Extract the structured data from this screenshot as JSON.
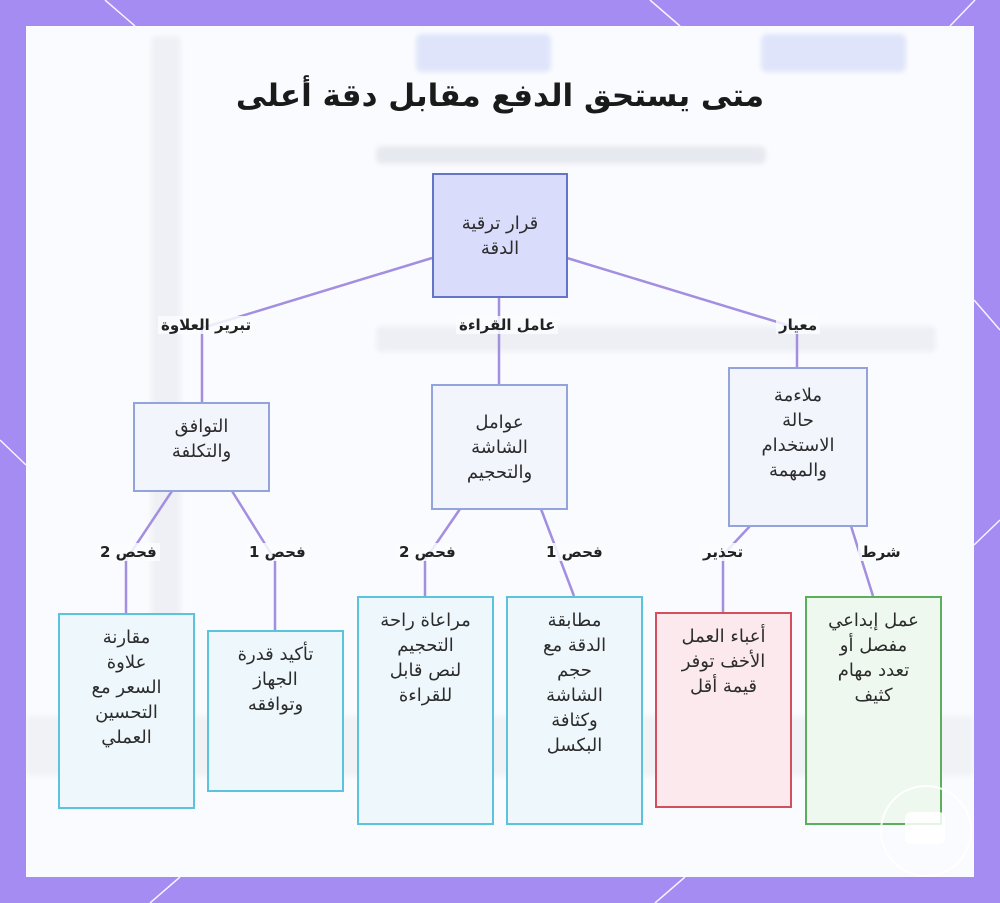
{
  "title": "متى يستحق الدفع مقابل دقة أعلى",
  "root": {
    "text": [
      "قرار ترقية",
      "الدقة"
    ]
  },
  "edge_labels": {
    "criterion": "معيار",
    "readability": "عامل القراءة",
    "justification": "تبرير العلاوة",
    "condition": "شرط",
    "warning": "تحذير",
    "check1_a": "فحص 1",
    "check2_a": "فحص 2",
    "check1_b": "فحص 1",
    "check2_b": "فحص 2"
  },
  "mid_nodes": {
    "usecase": [
      "ملاءمة",
      "حالة",
      "الاستخدام",
      "والمهمة"
    ],
    "screen": [
      "عوامل",
      "الشاشة",
      "والتحجيم"
    ],
    "cost": [
      "التوافق",
      "والتكلفة"
    ]
  },
  "leaf_nodes": {
    "creative": [
      "عمل إبداعي",
      "مفصل أو",
      "تعدد مهام",
      "كثيف"
    ],
    "light": [
      "أعباء العمل",
      "الأخف توفر",
      "قيمة أقل"
    ],
    "match": [
      "مطابقة",
      "الدقة مع",
      "حجم",
      "الشاشة",
      "وكثافة",
      "البكسل"
    ],
    "scaling": [
      "مراعاة راحة",
      "التحجيم",
      "لنص قابل",
      "للقراءة"
    ],
    "device": [
      "تأكيد قدرة",
      "الجهاز",
      "وتوافقه"
    ],
    "price": [
      "مقارنة",
      "علاوة",
      "السعر مع",
      "التحسين",
      "العملي"
    ]
  },
  "colors": {
    "background": "#a48cf2",
    "connector": "#a48ee0",
    "root_fill": "#d9dcfb",
    "leaf_border": "#5cc3dc",
    "warning_border": "#d34f5e",
    "condition_border": "#5aae5c"
  }
}
